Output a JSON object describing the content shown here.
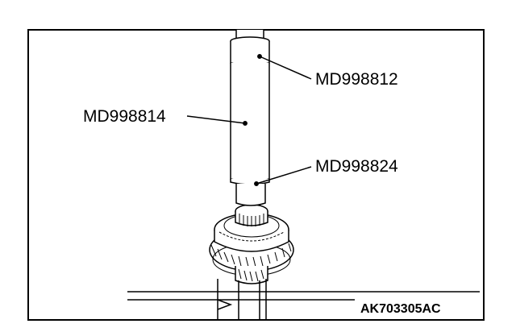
{
  "labels": {
    "tool_top": "MD998812",
    "tool_shaft": "MD998814",
    "tool_collar": "MD998824"
  },
  "figure_code": "AK703305AC",
  "colors": {
    "ink": "#000000",
    "paper": "#ffffff"
  }
}
